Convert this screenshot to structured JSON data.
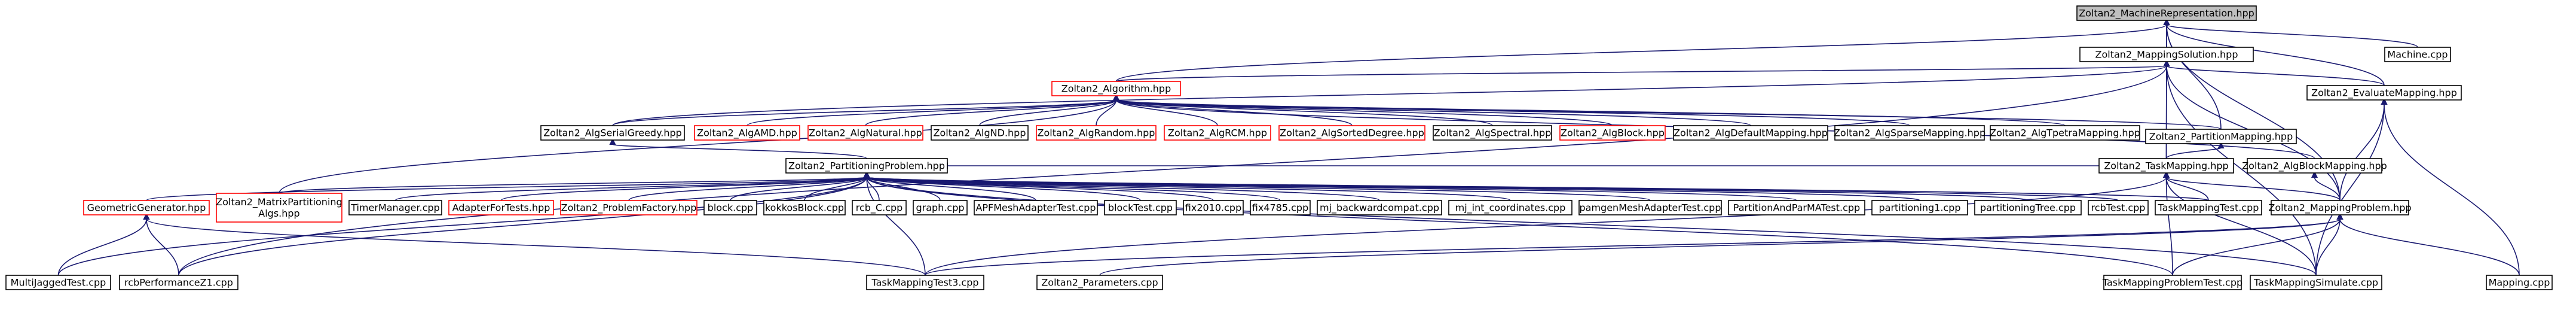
{
  "colors": {
    "edge": "#191970",
    "node_border_normal": "#000000",
    "node_border_incomplete": "#ff0000",
    "node_fill": "#ffffff",
    "root_fill": "#bfbfbf",
    "text": "#000000"
  },
  "nodes": [
    {
      "id": "machine_rep",
      "label": "Zoltan2_MachineRepresentation.hpp",
      "kind": "root"
    },
    {
      "id": "mapping_solution",
      "label": "Zoltan2_MappingSolution.hpp",
      "kind": "normal"
    },
    {
      "id": "machine_cpp",
      "label": "Machine.cpp",
      "kind": "normal"
    },
    {
      "id": "algorithm",
      "label": "Zoltan2_Algorithm.hpp",
      "kind": "incomplete"
    },
    {
      "id": "evaluate_mapping",
      "label": "Zoltan2_EvaluateMapping.hpp",
      "kind": "normal"
    },
    {
      "id": "alg_serial_greedy",
      "label": "Zoltan2_AlgSerialGreedy.hpp",
      "kind": "normal"
    },
    {
      "id": "alg_amd",
      "label": "Zoltan2_AlgAMD.hpp",
      "kind": "incomplete"
    },
    {
      "id": "alg_natural",
      "label": "Zoltan2_AlgNatural.hpp",
      "kind": "incomplete"
    },
    {
      "id": "alg_nd",
      "label": "Zoltan2_AlgND.hpp",
      "kind": "normal"
    },
    {
      "id": "alg_random",
      "label": "Zoltan2_AlgRandom.hpp",
      "kind": "incomplete"
    },
    {
      "id": "alg_rcm",
      "label": "Zoltan2_AlgRCM.hpp",
      "kind": "incomplete"
    },
    {
      "id": "alg_sorted_degree",
      "label": "Zoltan2_AlgSortedDegree.hpp",
      "kind": "incomplete"
    },
    {
      "id": "alg_spectral",
      "label": "Zoltan2_AlgSpectral.hpp",
      "kind": "normal"
    },
    {
      "id": "alg_block",
      "label": "Zoltan2_AlgBlock.hpp",
      "kind": "incomplete"
    },
    {
      "id": "alg_default_mapping",
      "label": "Zoltan2_AlgDefaultMapping.hpp",
      "kind": "normal"
    },
    {
      "id": "alg_sparse_mapping",
      "label": "Zoltan2_AlgSparseMapping.hpp",
      "kind": "normal"
    },
    {
      "id": "alg_tpetra_mapping",
      "label": "Zoltan2_AlgTpetraMapping.hpp",
      "kind": "normal"
    },
    {
      "id": "partition_mapping",
      "label": "Zoltan2_PartitionMapping.hpp",
      "kind": "normal"
    },
    {
      "id": "partitioning_problem",
      "label": "Zoltan2_PartitioningProblem.hpp",
      "kind": "normal"
    },
    {
      "id": "task_mapping",
      "label": "Zoltan2_TaskMapping.hpp",
      "kind": "normal"
    },
    {
      "id": "alg_block_mapping",
      "label": "Zoltan2_AlgBlockMapping.hpp",
      "kind": "normal"
    },
    {
      "id": "geometric_generator",
      "label": "GeometricGenerator.hpp",
      "kind": "incomplete"
    },
    {
      "id": "matrix_partitioning_alg",
      "label": "Zoltan2_MatrixPartitioning\nAlgs.hpp",
      "kind": "incomplete"
    },
    {
      "id": "timer_manager",
      "label": "TimerManager.cpp",
      "kind": "normal"
    },
    {
      "id": "adapter_for_tests",
      "label": "AdapterForTests.hpp",
      "kind": "incomplete"
    },
    {
      "id": "problem_factory",
      "label": "Zoltan2_ProblemFactory.hpp",
      "kind": "incomplete"
    },
    {
      "id": "block_cpp",
      "label": "block.cpp",
      "kind": "normal"
    },
    {
      "id": "kokkos_block",
      "label": "kokkosBlock.cpp",
      "kind": "normal"
    },
    {
      "id": "rcb_c",
      "label": "rcb_C.cpp",
      "kind": "normal"
    },
    {
      "id": "graph_cpp",
      "label": "graph.cpp",
      "kind": "normal"
    },
    {
      "id": "apf_mesh_adapter_test",
      "label": "APFMeshAdapterTest.cpp",
      "kind": "normal"
    },
    {
      "id": "block_test",
      "label": "blockTest.cpp",
      "kind": "normal"
    },
    {
      "id": "fix2010",
      "label": "fix2010.cpp",
      "kind": "normal"
    },
    {
      "id": "fix4785",
      "label": "fix4785.cpp",
      "kind": "normal"
    },
    {
      "id": "mj_backwardcompat",
      "label": "mj_backwardcompat.cpp",
      "kind": "normal"
    },
    {
      "id": "mj_int_coordinates",
      "label": "mj_int_coordinates.cpp",
      "kind": "normal"
    },
    {
      "id": "pamgen_mesh_adapter_test",
      "label": "pamgenMeshAdapterTest.cpp",
      "kind": "normal"
    },
    {
      "id": "partition_and_parmatest",
      "label": "PartitionAndParMATest.cpp",
      "kind": "normal"
    },
    {
      "id": "partitioning1",
      "label": "partitioning1.cpp",
      "kind": "normal"
    },
    {
      "id": "partitioning_tree",
      "label": "partitioningTree.cpp",
      "kind": "normal"
    },
    {
      "id": "rcb_test",
      "label": "rcbTest.cpp",
      "kind": "normal"
    },
    {
      "id": "task_mapping_test",
      "label": "TaskMappingTest.cpp",
      "kind": "normal"
    },
    {
      "id": "mapping_problem",
      "label": "Zoltan2_MappingProblem.hpp",
      "kind": "normal"
    },
    {
      "id": "multijagged_test",
      "label": "MultiJaggedTest.cpp",
      "kind": "normal"
    },
    {
      "id": "rcb_performance_z1",
      "label": "rcbPerformanceZ1.cpp",
      "kind": "normal"
    },
    {
      "id": "task_mapping_test3",
      "label": "TaskMappingTest3.cpp",
      "kind": "normal"
    },
    {
      "id": "parameters",
      "label": "Zoltan2_Parameters.cpp",
      "kind": "normal"
    },
    {
      "id": "task_mapping_problem_test",
      "label": "TaskMappingProblemTest.cpp",
      "kind": "normal"
    },
    {
      "id": "task_mapping_simulate",
      "label": "TaskMappingSimulate.cpp",
      "kind": "normal"
    },
    {
      "id": "mapping_cpp",
      "label": "Mapping.cpp",
      "kind": "normal"
    }
  ],
  "edges": [
    [
      "machine_rep",
      "mapping_solution"
    ],
    [
      "machine_rep",
      "machine_cpp"
    ],
    [
      "machine_rep",
      "algorithm"
    ],
    [
      "machine_rep",
      "evaluate_mapping"
    ],
    [
      "machine_rep",
      "partition_mapping"
    ],
    [
      "machine_rep",
      "task_mapping"
    ],
    [
      "machine_rep",
      "mapping_problem"
    ],
    [
      "mapping_solution",
      "algorithm"
    ],
    [
      "mapping_solution",
      "evaluate_mapping"
    ],
    [
      "mapping_solution",
      "alg_serial_greedy"
    ],
    [
      "mapping_solution",
      "task_mapping"
    ],
    [
      "mapping_solution",
      "mapping_problem"
    ],
    [
      "mapping_solution",
      "task_mapping_simulate"
    ],
    [
      "mapping_solution",
      "rcb_performance_z1"
    ],
    [
      "algorithm",
      "alg_serial_greedy"
    ],
    [
      "algorithm",
      "alg_amd"
    ],
    [
      "algorithm",
      "alg_natural"
    ],
    [
      "algorithm",
      "alg_nd"
    ],
    [
      "algorithm",
      "alg_random"
    ],
    [
      "algorithm",
      "alg_rcm"
    ],
    [
      "algorithm",
      "alg_sorted_degree"
    ],
    [
      "algorithm",
      "alg_spectral"
    ],
    [
      "algorithm",
      "alg_block"
    ],
    [
      "algorithm",
      "alg_default_mapping"
    ],
    [
      "algorithm",
      "alg_sparse_mapping"
    ],
    [
      "algorithm",
      "alg_tpetra_mapping"
    ],
    [
      "algorithm",
      "partition_mapping"
    ],
    [
      "algorithm",
      "alg_block_mapping"
    ],
    [
      "algorithm",
      "matrix_partitioning_alg"
    ],
    [
      "evaluate_mapping",
      "mapping_problem"
    ],
    [
      "evaluate_mapping",
      "task_mapping_simulate"
    ],
    [
      "evaluate_mapping",
      "mapping_cpp"
    ],
    [
      "alg_serial_greedy",
      "partitioning_problem"
    ],
    [
      "partition_mapping",
      "task_mapping"
    ],
    [
      "task_mapping",
      "task_mapping_test"
    ],
    [
      "task_mapping",
      "mapping_problem"
    ],
    [
      "task_mapping",
      "task_mapping_test3"
    ],
    [
      "task_mapping",
      "task_mapping_problem_test"
    ],
    [
      "task_mapping",
      "task_mapping_simulate"
    ],
    [
      "alg_block_mapping",
      "mapping_problem"
    ],
    [
      "partitioning_problem",
      "geometric_generator"
    ],
    [
      "partitioning_problem",
      "matrix_partitioning_alg"
    ],
    [
      "partitioning_problem",
      "timer_manager"
    ],
    [
      "partitioning_problem",
      "adapter_for_tests"
    ],
    [
      "partitioning_problem",
      "problem_factory"
    ],
    [
      "partitioning_problem",
      "block_cpp"
    ],
    [
      "partitioning_problem",
      "kokkos_block"
    ],
    [
      "partitioning_problem",
      "rcb_c"
    ],
    [
      "partitioning_problem",
      "graph_cpp"
    ],
    [
      "partitioning_problem",
      "apf_mesh_adapter_test"
    ],
    [
      "partitioning_problem",
      "block_test"
    ],
    [
      "partitioning_problem",
      "fix2010"
    ],
    [
      "partitioning_problem",
      "fix4785"
    ],
    [
      "partitioning_problem",
      "mj_backwardcompat"
    ],
    [
      "partitioning_problem",
      "mj_int_coordinates"
    ],
    [
      "partitioning_problem",
      "pamgen_mesh_adapter_test"
    ],
    [
      "partitioning_problem",
      "partition_and_parmatest"
    ],
    [
      "partitioning_problem",
      "partitioning1"
    ],
    [
      "partitioning_problem",
      "partitioning_tree"
    ],
    [
      "partitioning_problem",
      "rcb_test"
    ],
    [
      "partitioning_problem",
      "task_mapping_test"
    ],
    [
      "partitioning_problem",
      "task_mapping"
    ],
    [
      "partitioning_problem",
      "multijagged_test"
    ],
    [
      "partitioning_problem",
      "rcb_performance_z1"
    ],
    [
      "partitioning_problem",
      "task_mapping_test3"
    ],
    [
      "partitioning_problem",
      "task_mapping_problem_test"
    ],
    [
      "partitioning_problem",
      "task_mapping_simulate"
    ],
    [
      "geometric_generator",
      "multijagged_test"
    ],
    [
      "geometric_generator",
      "rcb_performance_z1"
    ],
    [
      "geometric_generator",
      "task_mapping_test3"
    ],
    [
      "mapping_problem",
      "task_mapping_problem_test"
    ],
    [
      "mapping_problem",
      "task_mapping_simulate"
    ],
    [
      "mapping_problem",
      "mapping_cpp"
    ],
    [
      "mapping_problem",
      "parameters"
    ],
    [
      "mapping_problem",
      "task_mapping_test3"
    ]
  ]
}
